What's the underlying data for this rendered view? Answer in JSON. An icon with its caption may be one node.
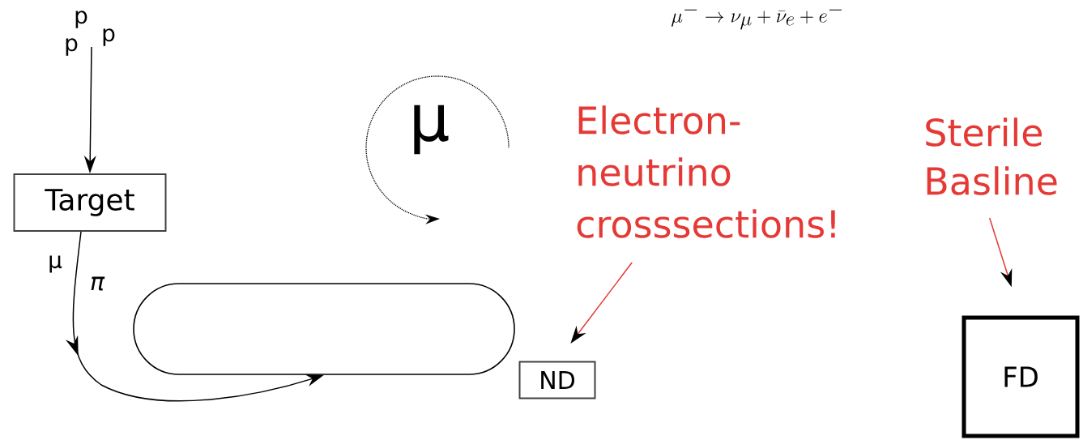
{
  "diagram": {
    "nodes": [
      {
        "text": [
          "Target"
        ]
      },
      {
        "text": [],
        "shape": "track"
      },
      {
        "text": [
          "ND"
        ]
      },
      {
        "text": [
          "FD"
        ]
      },
      {
        "text": [
          "Electron- neutrino crosssections!"
        ]
      },
      {
        "text": [
          "Sterile Basline"
        ]
      }
    ],
    "edges": [
      {
        "from": null,
        "to": 0,
        "arrow": "to"
      },
      {
        "from": 0,
        "to": 1,
        "arrow": "to"
      },
      {
        "from": 4,
        "to": 2,
        "arrow": "to",
        "color": "#e53935"
      },
      {
        "from": 5,
        "to": 3,
        "arrow": "to",
        "color": "#e53935"
      }
    ],
    "labels": [
      "\\mu^- \\rightarrow \\nu_\\mu + \\bar{\\nu}_e + e^-",
      "p",
      "p",
      "p",
      "μ",
      "π",
      "μ"
    ]
  }
}
